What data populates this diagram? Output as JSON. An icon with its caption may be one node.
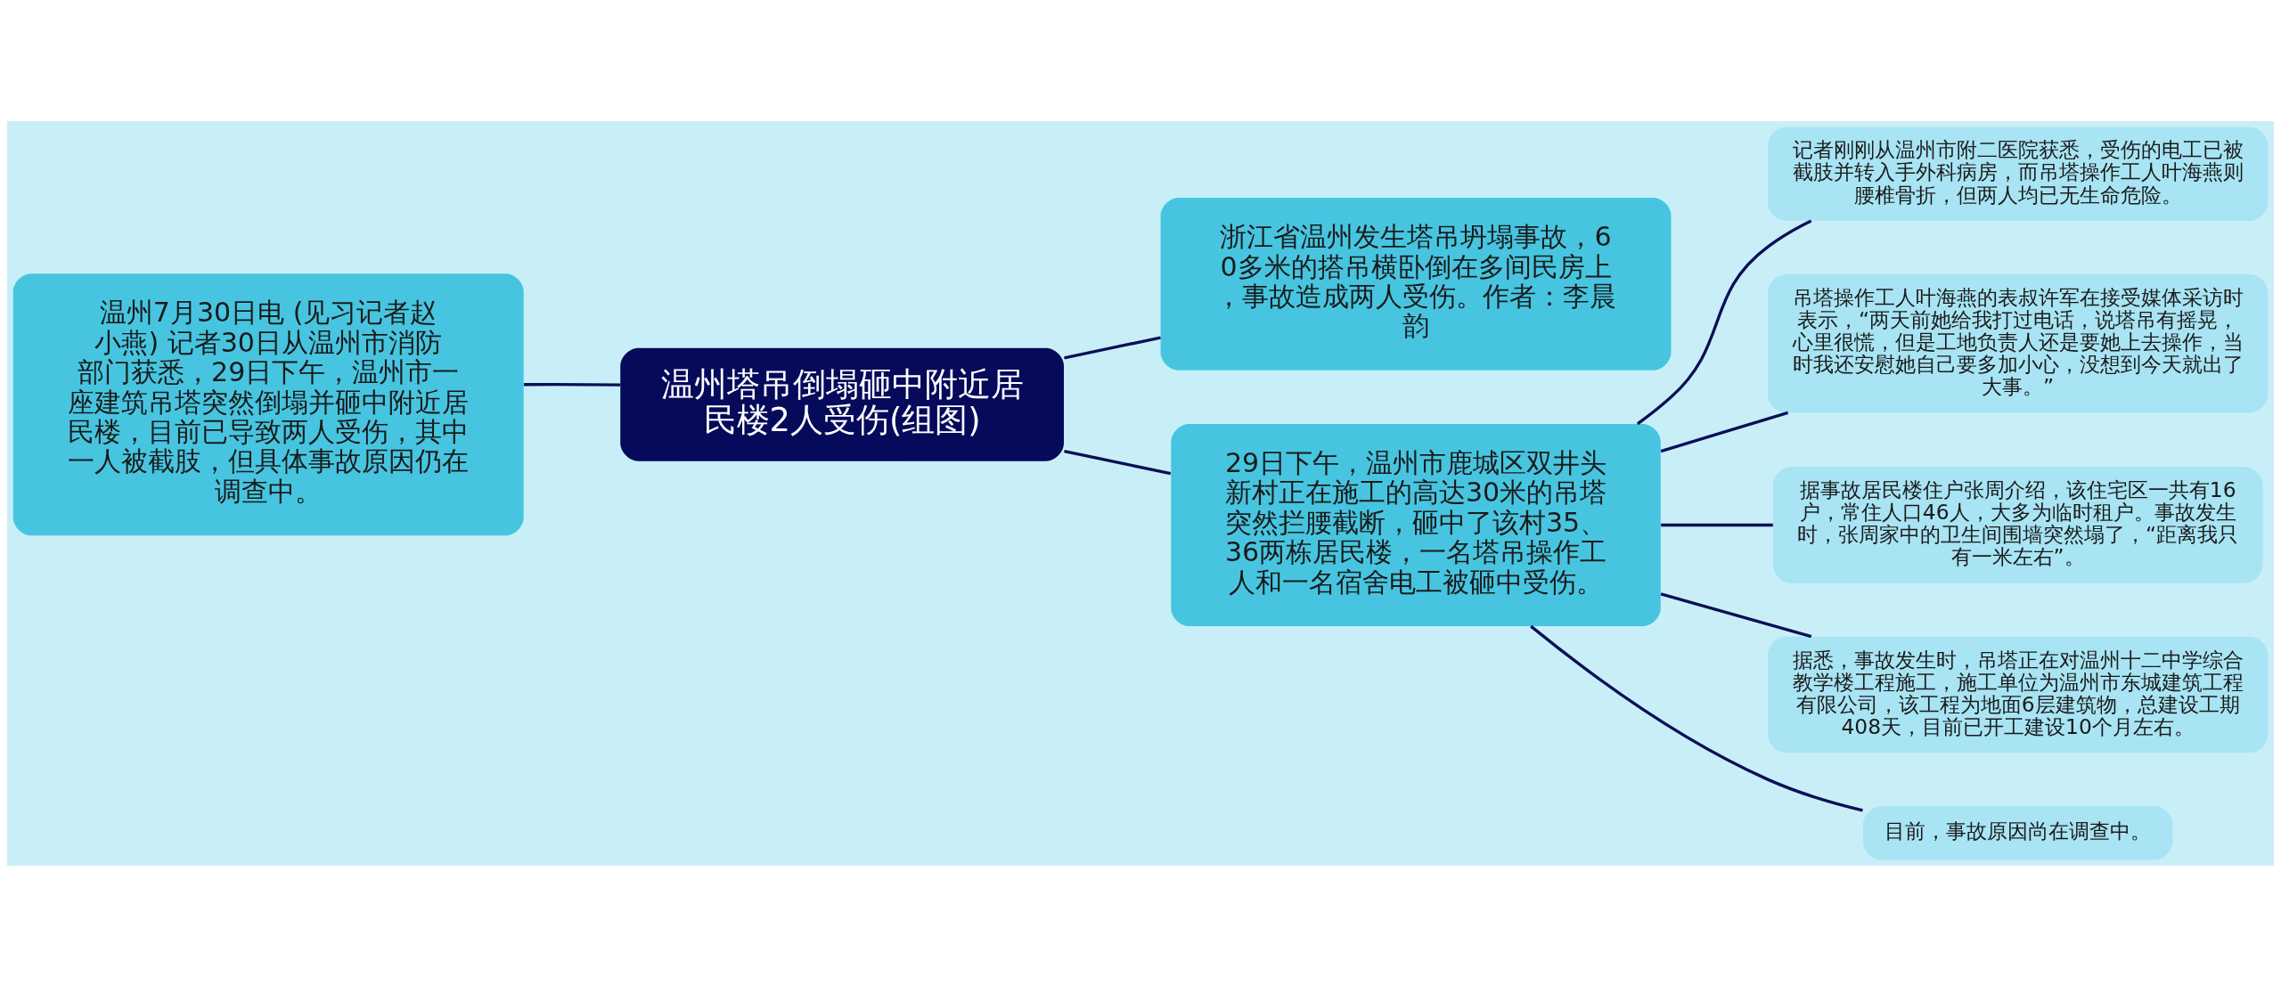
{
  "diagram": {
    "nodes": [
      {
        "text": [
          "温州塔吊倒塌砸中附近居民楼2人受伤(组图)"
        ]
      },
      {
        "text": [
          "温州7月30日电 (见习记者赵小燕) 记者30日从温州市消防部门获悉，29日下午，温州市一座建筑吊塔突然倒塌并砸中附近居民楼，目前已导致两人受伤，其中一人被截肢，但具体事故原因仍在调查中。"
        ]
      },
      {
        "text": [
          "浙江省温州发生塔吊坍塌事故，60多米的搭吊横卧倒在多间民房上，事故造成两人受伤。作者：李晨韵"
        ]
      },
      {
        "text": [
          "29日下午，温州市鹿城区双井头新村正在施工的高达30米的吊塔突然拦腰截断，砸中了该村35、36两栋居民楼，一名塔吊操作工人和一名宿舍电工被砸中受伤。"
        ]
      },
      {
        "text": [
          "记者刚刚从温州市附二医院获悉，受伤的电工已被截肢并转入手外科病房，而吊塔操作工人叶海燕则腰椎骨折，但两人均已无生命危险。"
        ]
      },
      {
        "text": [
          "吊塔操作工人叶海燕的表叔许军在接受媒体采访时表示，“两天前她给我打过电话，说塔吊有摇晃，心里很慌，但是工地负责人还是要她上去操作，当时我还安慰她自己要多加小心，没想到今天就出了大事。”"
        ]
      },
      {
        "text": [
          "据事故居民楼住户张周介绍，该住宅区一共有16户，常住人口46人，大多为临时租户。事故发生时，张周家中的卫生间围墙突然塌了，“距离我只有一米左右”。"
        ]
      },
      {
        "text": [
          "据悉，事故发生时，吊塔正在对温州十二中学综合教学楼工程施工，施工单位为温州市东城建筑工程有限公司，该工程为地面6层建筑物，总建设工期408天，目前已开工建设10个月左右。"
        ]
      },
      {
        "text": [
          "目前，事故原因尚在调查中。"
        ]
      }
    ],
    "edges": [
      {
        "from": 0,
        "to": 1,
        "arrow": "none"
      },
      {
        "from": 0,
        "to": 2,
        "arrow": "none"
      },
      {
        "from": 0,
        "to": 3,
        "arrow": "none"
      },
      {
        "from": 3,
        "to": 4,
        "arrow": "none"
      },
      {
        "from": 3,
        "to": 5,
        "arrow": "none"
      },
      {
        "from": 3,
        "to": 6,
        "arrow": "none"
      },
      {
        "from": 3,
        "to": 7,
        "arrow": "none"
      },
      {
        "from": 3,
        "to": 8,
        "arrow": "none"
      }
    ]
  }
}
